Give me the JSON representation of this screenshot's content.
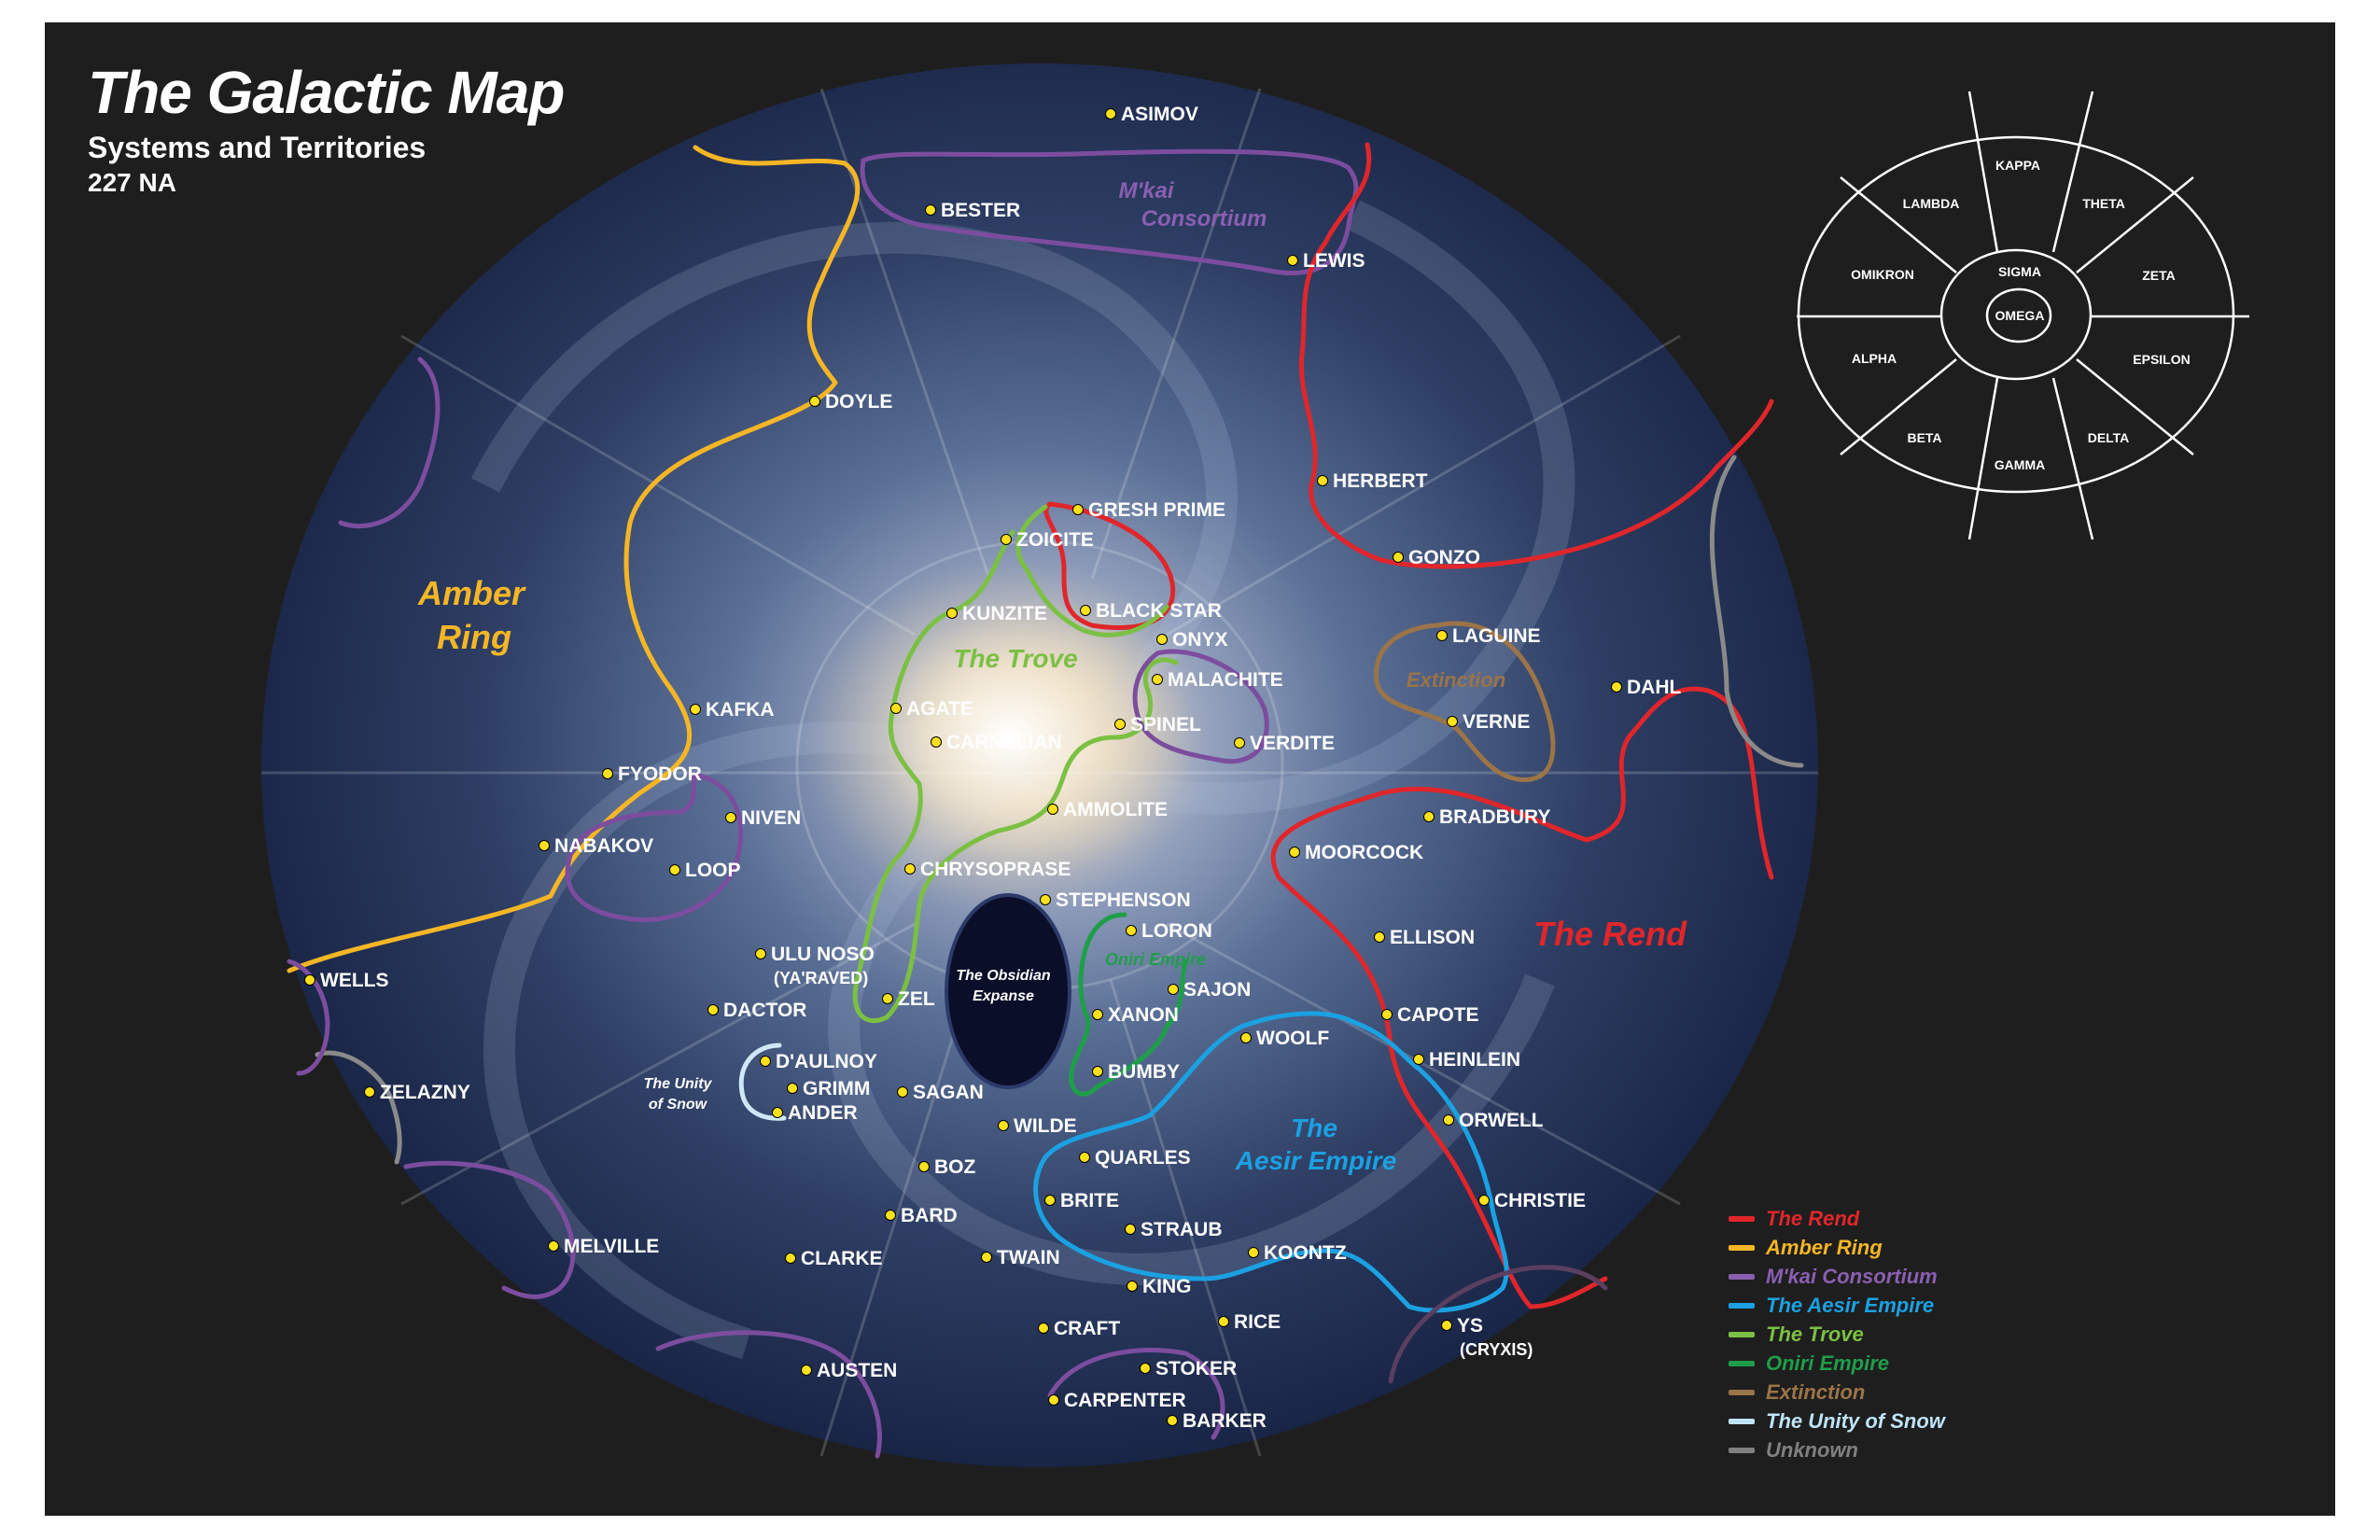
{
  "header": {
    "title": "The Galactic Map",
    "subtitle": "Systems and Territories",
    "date": "227 NA"
  },
  "sectors": {
    "center": "OMEGA",
    "inner": "SIGMA",
    "outer": [
      "KAPPA",
      "THETA",
      "ZETA",
      "EPSILON",
      "DELTA",
      "GAMMA",
      "BETA",
      "ALPHA",
      "OMIKRON",
      "LAMBDA"
    ]
  },
  "regions": [
    {
      "id": "amber-ring",
      "label_lines": [
        "Amber",
        "Ring"
      ],
      "color": "#f5b625"
    },
    {
      "id": "the-rend",
      "label_lines": [
        "The Rend"
      ],
      "color": "#e0262b"
    },
    {
      "id": "the-trove",
      "label_lines": [
        "The Trove"
      ],
      "color": "#7bc043"
    },
    {
      "id": "mkai-consortium",
      "label_lines": [
        "M'kai",
        "Consortium"
      ],
      "color": "#7c4d9e"
    },
    {
      "id": "aesir-empire",
      "label_lines": [
        "The",
        "Aesir Empire"
      ],
      "color": "#1ba1e2"
    },
    {
      "id": "extinction",
      "label_lines": [
        "Extinction"
      ],
      "color": "#9b7448"
    },
    {
      "id": "oniri-empire",
      "label_lines": [
        "Oniri Empire"
      ],
      "color": "#1f9e4a"
    },
    {
      "id": "unity-of-snow",
      "label_lines": [
        "The Unity",
        "of Snow"
      ],
      "color": "#cfe8f7"
    },
    {
      "id": "obsidian-expanse",
      "label_lines": [
        "The Obsidian",
        "Expanse"
      ],
      "color": "#ffffff"
    }
  ],
  "systems": [
    {
      "name": "ASIMOV"
    },
    {
      "name": "BESTER"
    },
    {
      "name": "LEWIS"
    },
    {
      "name": "DOYLE"
    },
    {
      "name": "HERBERT"
    },
    {
      "name": "GRESH PRIME"
    },
    {
      "name": "ZOICITE"
    },
    {
      "name": "GONZO"
    },
    {
      "name": "KUNZITE"
    },
    {
      "name": "BLACK STAR"
    },
    {
      "name": "ONYX"
    },
    {
      "name": "LAGUINE"
    },
    {
      "name": "MALACHITE"
    },
    {
      "name": "DAHL"
    },
    {
      "name": "KAFKA"
    },
    {
      "name": "AGATE"
    },
    {
      "name": "SPINEL"
    },
    {
      "name": "VERNE"
    },
    {
      "name": "CARNELIAN"
    },
    {
      "name": "VERDITE"
    },
    {
      "name": "FYODOR"
    },
    {
      "name": "AMMOLITE"
    },
    {
      "name": "NIVEN"
    },
    {
      "name": "BRADBURY"
    },
    {
      "name": "NABAKOV"
    },
    {
      "name": "MOORCOCK"
    },
    {
      "name": "LOOP"
    },
    {
      "name": "CHRYSOPRASE"
    },
    {
      "name": "STEPHENSON"
    },
    {
      "name": "LORON"
    },
    {
      "name": "ELLISON"
    },
    {
      "name": "ULU NOSO",
      "sub": "(YA'RAVED)"
    },
    {
      "name": "WELLS"
    },
    {
      "name": "SAJON"
    },
    {
      "name": "ZEL"
    },
    {
      "name": "DACTOR"
    },
    {
      "name": "XANON"
    },
    {
      "name": "CAPOTE"
    },
    {
      "name": "WOOLF"
    },
    {
      "name": "D'AULNOY"
    },
    {
      "name": "HEINLEIN"
    },
    {
      "name": "BUMBY"
    },
    {
      "name": "GRIMM"
    },
    {
      "name": "ZELAZNY"
    },
    {
      "name": "SAGAN"
    },
    {
      "name": "ANDER"
    },
    {
      "name": "WILDE"
    },
    {
      "name": "ORWELL"
    },
    {
      "name": "QUARLES"
    },
    {
      "name": "BOZ"
    },
    {
      "name": "BRITE"
    },
    {
      "name": "CHRISTIE"
    },
    {
      "name": "BARD"
    },
    {
      "name": "STRAUB"
    },
    {
      "name": "MELVILLE"
    },
    {
      "name": "CLARKE"
    },
    {
      "name": "TWAIN"
    },
    {
      "name": "KOONTZ"
    },
    {
      "name": "KING"
    },
    {
      "name": "RICE"
    },
    {
      "name": "CRAFT"
    },
    {
      "name": "YS",
      "sub": "(CRYXIS)"
    },
    {
      "name": "STOKER"
    },
    {
      "name": "AUSTEN"
    },
    {
      "name": "CARPENTER"
    },
    {
      "name": "BARKER"
    }
  ],
  "legend": [
    {
      "label": "The Rend",
      "color": "#e0262b"
    },
    {
      "label": "Amber Ring",
      "color": "#f5b625"
    },
    {
      "label": "M'kai Consortium",
      "color": "#8a5fb0"
    },
    {
      "label": "The Aesir Empire",
      "color": "#1ba1e2"
    },
    {
      "label": "The Trove",
      "color": "#7bc043"
    },
    {
      "label": "Oniri Empire",
      "color": "#1f9e4a"
    },
    {
      "label": "Extinction",
      "color": "#9b7448"
    },
    {
      "label": "The Unity of Snow",
      "color": "#bfe3f7"
    },
    {
      "label": "Unknown",
      "color": "#808080"
    }
  ],
  "colors": {
    "background": "#1e1e1e",
    "system_dot": "#ffe11a",
    "text": "#ffffff"
  }
}
